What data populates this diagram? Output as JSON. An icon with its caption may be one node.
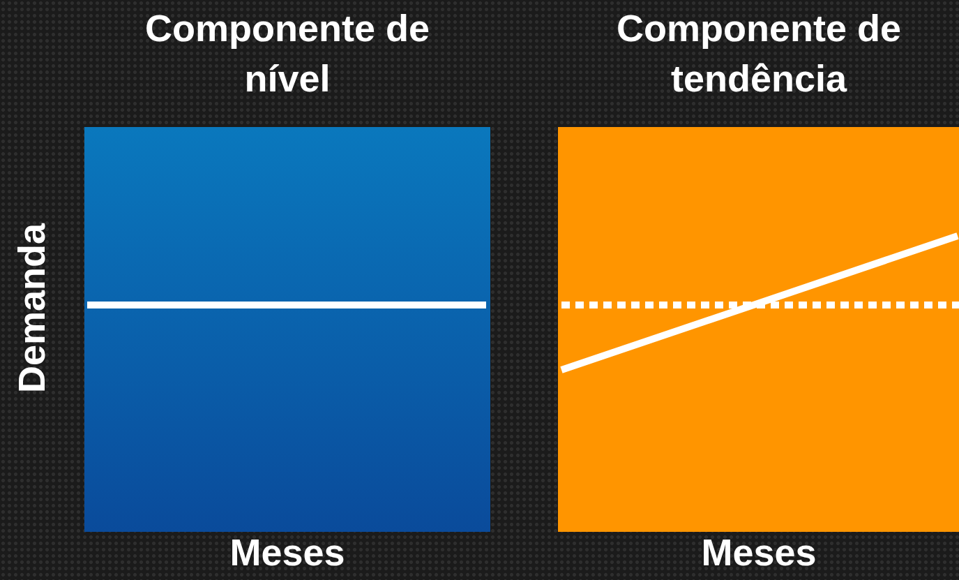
{
  "diagram": {
    "labels": [
      "Componente de nível",
      "Componente de tendência",
      "Demanda",
      "Meses",
      "Meses"
    ]
  }
}
